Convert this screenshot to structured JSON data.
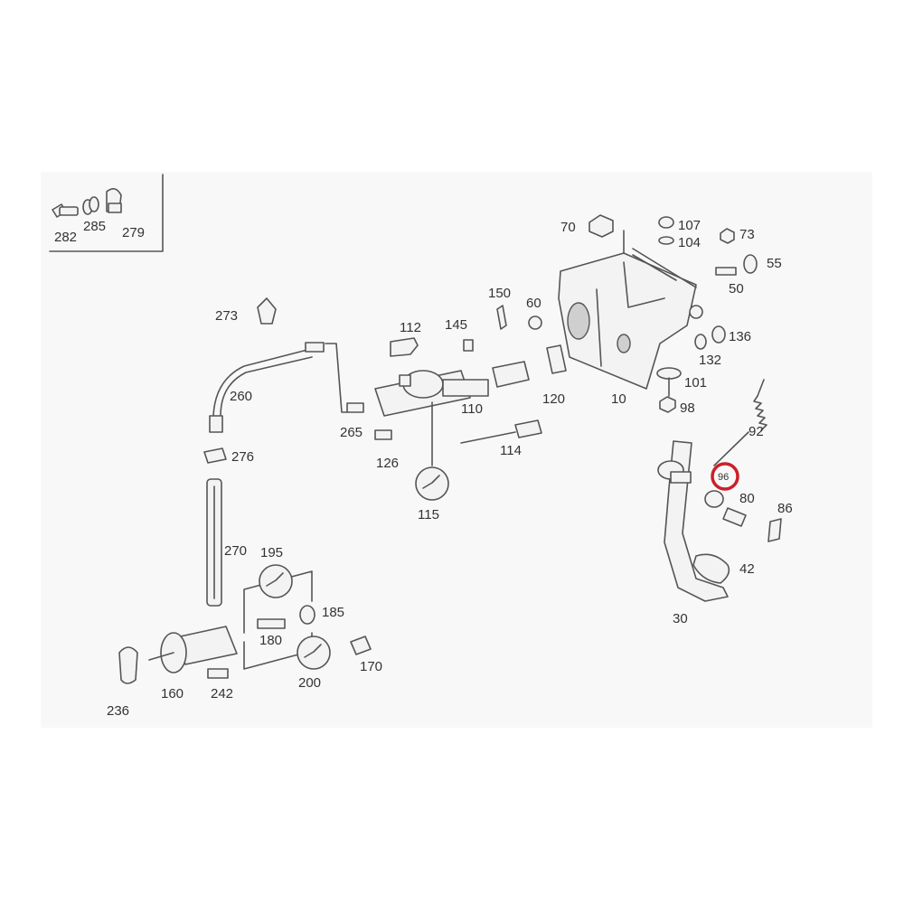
{
  "diagram": {
    "background": "#f8f8f8",
    "highlight_color": "#cc1f2a",
    "inset_labels": [
      {
        "id": "282",
        "text": "282"
      },
      {
        "id": "285",
        "text": "285"
      },
      {
        "id": "279",
        "text": "279"
      }
    ],
    "part_labels": [
      {
        "id": "70",
        "text": "70"
      },
      {
        "id": "107",
        "text": "107"
      },
      {
        "id": "104",
        "text": "104"
      },
      {
        "id": "73",
        "text": "73"
      },
      {
        "id": "55",
        "text": "55"
      },
      {
        "id": "50",
        "text": "50"
      },
      {
        "id": "150",
        "text": "150"
      },
      {
        "id": "60",
        "text": "60"
      },
      {
        "id": "273",
        "text": "273"
      },
      {
        "id": "112",
        "text": "112"
      },
      {
        "id": "145",
        "text": "145"
      },
      {
        "id": "136",
        "text": "136"
      },
      {
        "id": "132",
        "text": "132"
      },
      {
        "id": "101",
        "text": "101"
      },
      {
        "id": "98",
        "text": "98"
      },
      {
        "id": "260",
        "text": "260"
      },
      {
        "id": "120",
        "text": "120"
      },
      {
        "id": "10",
        "text": "10"
      },
      {
        "id": "110",
        "text": "110"
      },
      {
        "id": "92",
        "text": "92"
      },
      {
        "id": "265",
        "text": "265"
      },
      {
        "id": "114",
        "text": "114"
      },
      {
        "id": "126",
        "text": "126"
      },
      {
        "id": "276",
        "text": "276"
      },
      {
        "id": "80",
        "text": "80"
      },
      {
        "id": "86",
        "text": "86"
      },
      {
        "id": "115",
        "text": "115"
      },
      {
        "id": "270",
        "text": "270"
      },
      {
        "id": "195",
        "text": "195"
      },
      {
        "id": "42",
        "text": "42"
      },
      {
        "id": "185",
        "text": "185"
      },
      {
        "id": "30",
        "text": "30"
      },
      {
        "id": "180",
        "text": "180"
      },
      {
        "id": "170",
        "text": "170"
      },
      {
        "id": "160",
        "text": "160"
      },
      {
        "id": "242",
        "text": "242"
      },
      {
        "id": "200",
        "text": "200"
      },
      {
        "id": "236",
        "text": "236"
      }
    ],
    "highlighted_part": {
      "id": "96",
      "text": "96"
    }
  }
}
